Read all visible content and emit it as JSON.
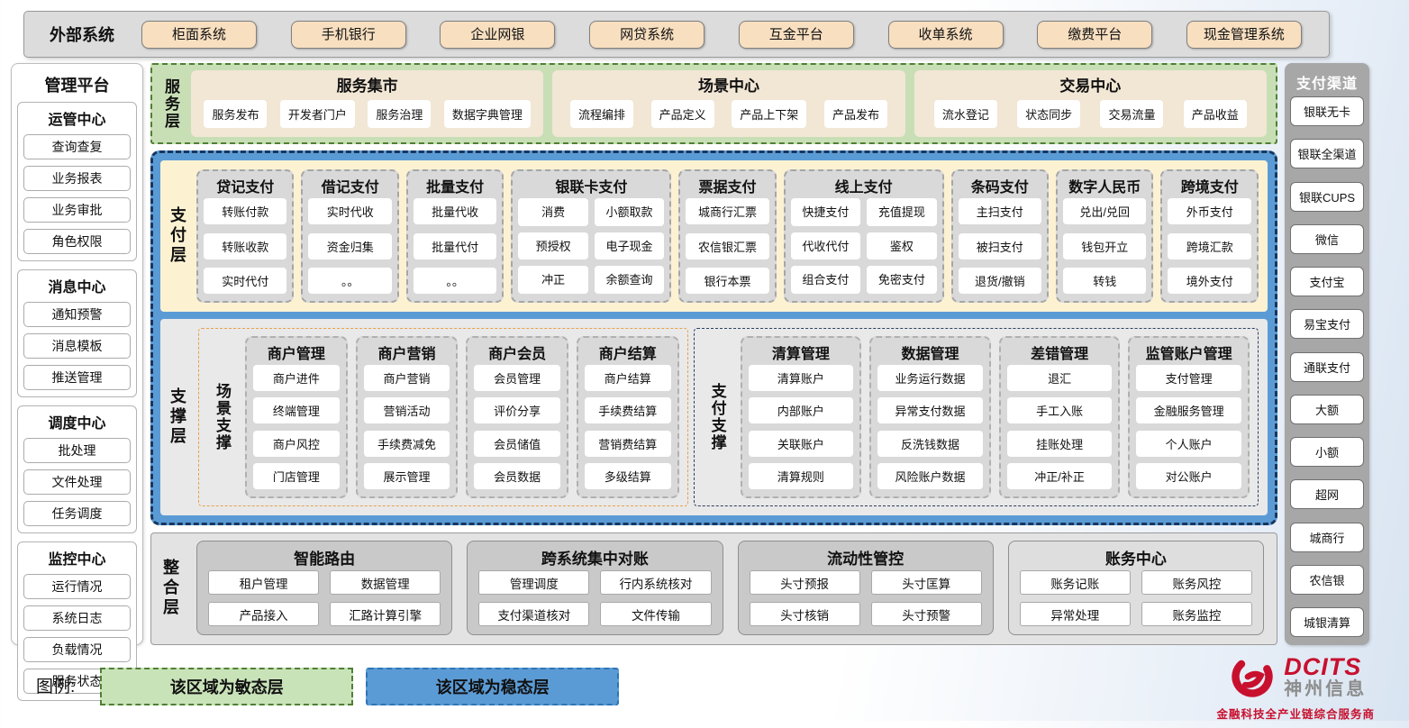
{
  "external_systems": {
    "label": "外部系统",
    "items": [
      "柜面系统",
      "手机银行",
      "企业网银",
      "网贷系统",
      "互金平台",
      "收单系统",
      "缴费平台",
      "现金管理系统"
    ]
  },
  "management_platform": {
    "title": "管理平台",
    "groups": [
      {
        "title": "运管中心",
        "items": [
          "查询查复",
          "业务报表",
          "业务审批",
          "角色权限"
        ]
      },
      {
        "title": "消息中心",
        "items": [
          "通知预警",
          "消息模板",
          "推送管理"
        ]
      },
      {
        "title": "调度中心",
        "items": [
          "批处理",
          "文件处理",
          "任务调度"
        ]
      },
      {
        "title": "监控中心",
        "items": [
          "运行情况",
          "系统日志",
          "负载情况",
          "服务状态"
        ]
      }
    ]
  },
  "service_layer": {
    "label": "服务层",
    "groups": [
      {
        "title": "服务集市",
        "items": [
          "服务发布",
          "开发者门户",
          "服务治理",
          "数据字典管理"
        ]
      },
      {
        "title": "场景中心",
        "items": [
          "流程编排",
          "产品定义",
          "产品上下架",
          "产品发布"
        ]
      },
      {
        "title": "交易中心",
        "items": [
          "流水登记",
          "状态同步",
          "交易流量",
          "产品收益"
        ]
      }
    ]
  },
  "payment_layer": {
    "label": "支付层",
    "columns": [
      {
        "title": "贷记支付",
        "items": [
          "转账付款",
          "转账收款",
          "实时代付"
        ]
      },
      {
        "title": "借记支付",
        "items": [
          "实时代收",
          "资金归集",
          "。。"
        ]
      },
      {
        "title": "批量支付",
        "items": [
          "批量代收",
          "批量代付",
          "。。"
        ]
      },
      {
        "title": "银联卡支付",
        "items": [
          "消费",
          "小额取款",
          "预授权",
          "电子现金",
          "冲正",
          "余额查询"
        ]
      },
      {
        "title": "票据支付",
        "items": [
          "城商行汇票",
          "农信银汇票",
          "银行本票"
        ]
      },
      {
        "title": "线上支付",
        "items": [
          "快捷支付",
          "充值提现",
          "代收代付",
          "鉴权",
          "组合支付",
          "免密支付"
        ]
      },
      {
        "title": "条码支付",
        "items": [
          "主扫支付",
          "被扫支付",
          "退货/撤销"
        ]
      },
      {
        "title": "数字人民币",
        "items": [
          "兑出/兑回",
          "钱包开立",
          "转钱"
        ]
      },
      {
        "title": "跨境支付",
        "items": [
          "外币支付",
          "跨境汇款",
          "境外支付"
        ]
      }
    ]
  },
  "support_layer": {
    "label": "支撑层",
    "sections": [
      {
        "label": "场景支撑",
        "columns": [
          {
            "title": "商户管理",
            "items": [
              "商户进件",
              "终端管理",
              "商户风控",
              "门店管理"
            ]
          },
          {
            "title": "商户营销",
            "items": [
              "商户营销",
              "营销活动",
              "手续费减免",
              "展示管理"
            ]
          },
          {
            "title": "商户会员",
            "items": [
              "会员管理",
              "评价分享",
              "会员储值",
              "会员数据"
            ]
          },
          {
            "title": "商户结算",
            "items": [
              "商户结算",
              "手续费结算",
              "营销费结算",
              "多级结算"
            ]
          }
        ]
      },
      {
        "label": "支付支撑",
        "columns": [
          {
            "title": "清算管理",
            "items": [
              "清算账户",
              "内部账户",
              "关联账户",
              "清算规则"
            ]
          },
          {
            "title": "数据管理",
            "items": [
              "业务运行数据",
              "异常支付数据",
              "反洗钱数据",
              "风险账户数据"
            ]
          },
          {
            "title": "差错管理",
            "items": [
              "退汇",
              "手工入账",
              "挂账处理",
              "冲正/补正"
            ]
          },
          {
            "title": "监管账户管理",
            "items": [
              "支付管理",
              "金融服务管理",
              "个人账户",
              "对公账户"
            ]
          }
        ]
      }
    ]
  },
  "integration_layer": {
    "label": "整合层",
    "groups": [
      {
        "title": "智能路由",
        "items": [
          "租户管理",
          "数据管理",
          "产品接入",
          "汇路计算引擎"
        ]
      },
      {
        "title": "跨系统集中对账",
        "items": [
          "管理调度",
          "行内系统核对",
          "支付渠道核对",
          "文件传输"
        ]
      },
      {
        "title": "流动性管控",
        "items": [
          "头寸预报",
          "头寸匡算",
          "头寸核销",
          "头寸预警"
        ]
      },
      {
        "title": "账务中心",
        "items": [
          "账务记账",
          "账务风控",
          "异常处理",
          "账务监控"
        ]
      }
    ]
  },
  "payment_channels": {
    "title": "支付渠道",
    "items": [
      "银联无卡",
      "银联全渠道",
      "银联CUPS",
      "微信",
      "支付宝",
      "易宝支付",
      "通联支付",
      "大额",
      "小额",
      "超网",
      "城商行",
      "农信银",
      "城银清算"
    ]
  },
  "legend": {
    "label": "图例:",
    "agile": {
      "text": "该区域为敏态层",
      "color": "#c9e3b9",
      "border_color": "#4f7f35"
    },
    "stable": {
      "text": "该区域为稳态层",
      "color": "#5b9bd5",
      "border_color": "#2e75b6"
    }
  },
  "logo": {
    "brand": "DCITS",
    "name": "神州信息",
    "tagline": "金融科技全产业链综合服务商",
    "brand_color": "#c8102e"
  }
}
